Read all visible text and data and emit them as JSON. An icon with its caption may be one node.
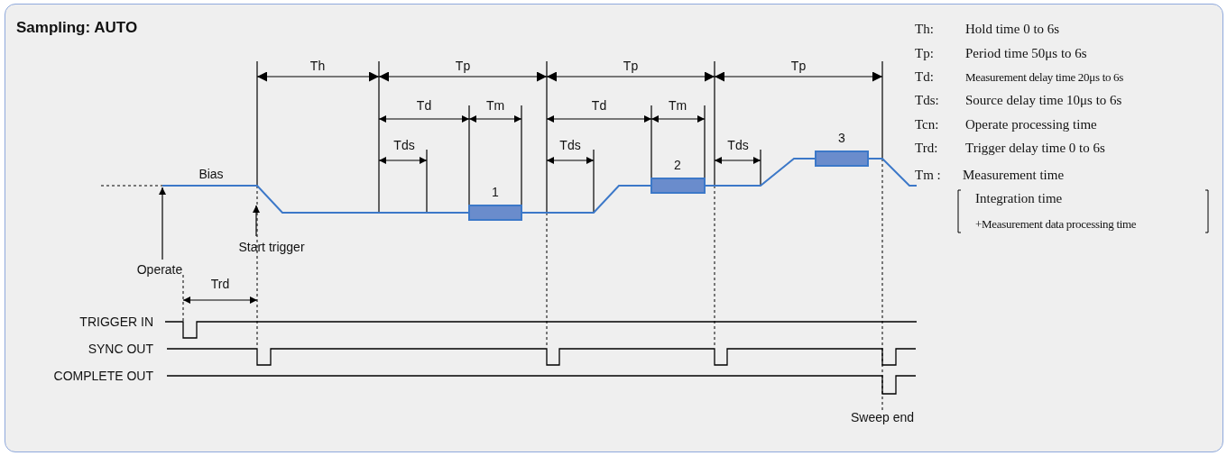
{
  "diagram": {
    "title": "Sampling: AUTO",
    "labels": [
      "Th",
      "Tp",
      "Tp",
      "Tp",
      "Td",
      "Tm",
      "Td",
      "Tm",
      "Tds",
      "Tds",
      "Tds",
      "Bias",
      "Start trigger",
      "Operate",
      "Trd",
      "TRIGGER IN",
      "SYNC OUT",
      "COMPLETE OUT",
      "Sweep end",
      "Th:",
      "Hold time 0 to 6s",
      "Tp:",
      "Period time 50μs to 6s",
      "Td:",
      "Measurement delay time 20μs to 6s",
      "Tds:",
      "Source delay time 10μs to 6s",
      "Tcn:",
      "Operate processing time",
      "Trd:",
      "Trigger delay time 0 to 6s",
      "Tm :",
      "Measurement time",
      "Integration time",
      "+Measurement data processing time",
      "1",
      "2",
      "3"
    ]
  }
}
